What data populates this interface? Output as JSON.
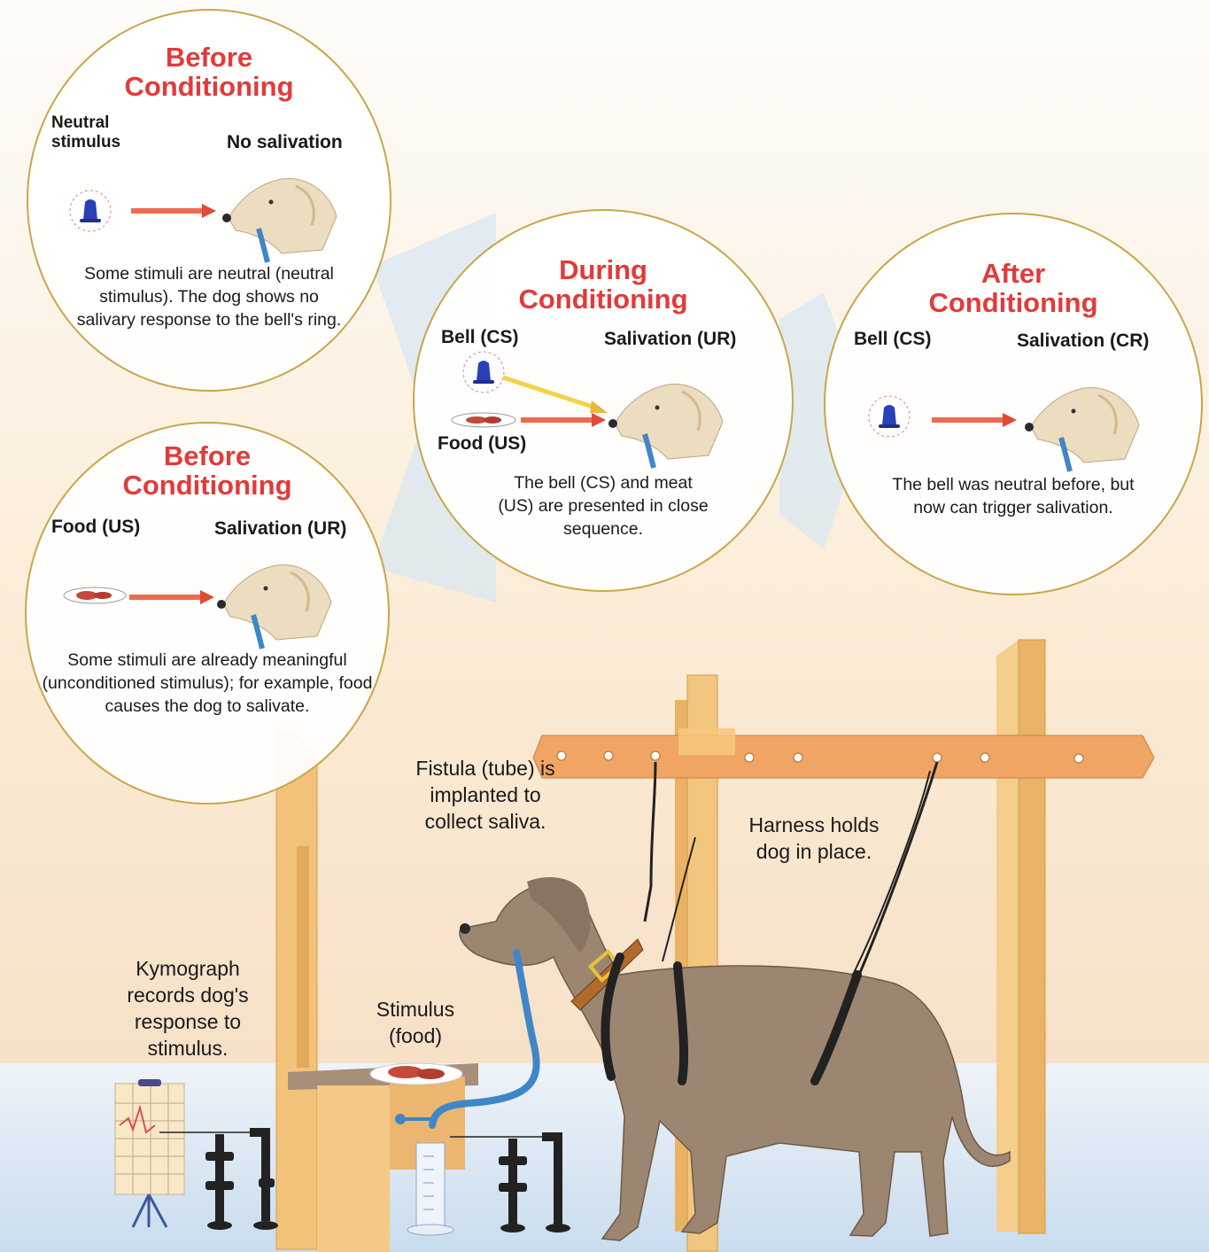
{
  "colors": {
    "title_red": "#e23a3a",
    "circle_border": "#c9a64a",
    "arrow": "#ee6a50",
    "wood": "#f2c27a",
    "dog": "#9c8672",
    "tube": "#3f86c8"
  },
  "panels": [
    {
      "title_line1": "Before",
      "title_line2": "Conditioning",
      "left_label": "Neutral stimulus",
      "right_label": "No salivation",
      "description": "Some stimuli are neutral (neutral stimulus). The dog shows no salivary response to the bell's ring.",
      "stimulus_icon": "bell-icon"
    },
    {
      "title_line1": "Before",
      "title_line2": "Conditioning",
      "left_label": "Food (US)",
      "right_label": "Salivation (UR)",
      "description": "Some stimuli are already meaningful (unconditioned stimulus); for example, food causes the dog to salivate.",
      "stimulus_icon": "food-plate-icon"
    },
    {
      "title_line1": "During",
      "title_line2": "Conditioning",
      "left_label": "Bell (CS)",
      "bottom_label": "Food (US)",
      "right_label": "Salivation (UR)",
      "description": "The bell (CS) and meat (US) are presented in close sequence.",
      "stimulus_icon": "bell-icon"
    },
    {
      "title_line1": "After",
      "title_line2": "Conditioning",
      "left_label": "Bell (CS)",
      "right_label": "Salivation (CR)",
      "description": "The bell was neutral before, but now can trigger salivation.",
      "stimulus_icon": "bell-icon"
    }
  ],
  "apparatus": {
    "fistula_caption": "Fistula (tube) is implanted to collect saliva.",
    "harness_caption": "Harness holds dog in place.",
    "kymograph_caption": "Kymograph records dog's response to stimulus.",
    "stimulus_caption": "Stimulus (food)"
  }
}
